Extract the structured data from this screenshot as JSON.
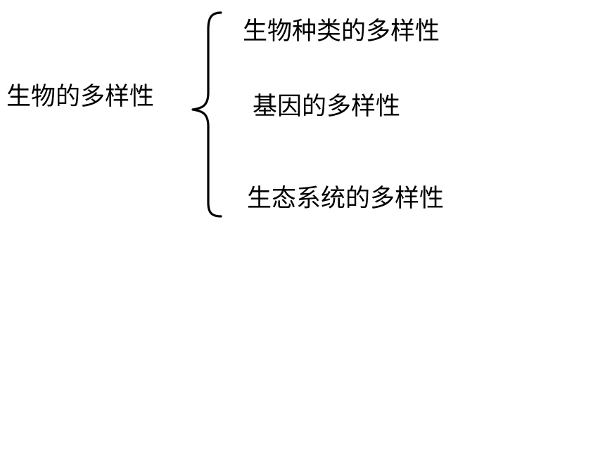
{
  "diagram": {
    "root": "生物的多样性",
    "branches": [
      "生物种类的多样性",
      "基因的多样性",
      "生态系统的多样性"
    ]
  },
  "colors": {
    "text": "#000000",
    "background": "#ffffff",
    "brace": "#000000"
  },
  "icons": {
    "brace": "left-curly-brace"
  }
}
